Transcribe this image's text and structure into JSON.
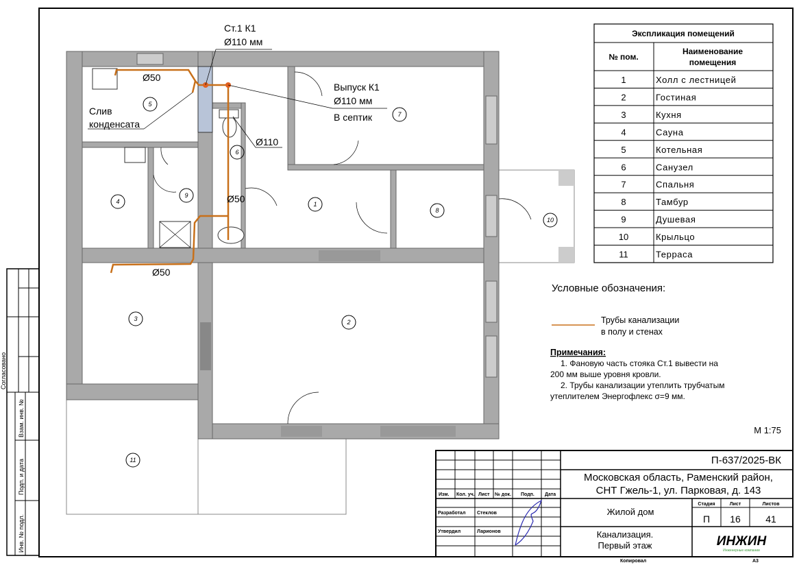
{
  "colors": {
    "pipe": "#c8701a",
    "wall": "#a9a9a9",
    "signature": "#2a2ab0",
    "logo_green": "#3a9a3a"
  },
  "plan": {
    "riser_label": "Ст.1  К1",
    "riser_diameter": "Ø110 мм",
    "outlet_label": "Выпуск К1",
    "outlet_diameter": "Ø110 мм",
    "outlet_dest": "В септик",
    "condensate_1": "Слив",
    "condensate_2": "конденсата",
    "d50_top": "Ø50",
    "d110": "Ø110",
    "d50_mid": "Ø50",
    "d50_bottom": "Ø50",
    "rooms": [
      "1",
      "2",
      "3",
      "4",
      "5",
      "6",
      "7",
      "8",
      "9",
      "10",
      "11"
    ]
  },
  "table": {
    "title": "Экспликация помещений",
    "col_num": "№ пом.",
    "col_name_1": "Наименование",
    "col_name_2": "помещения",
    "rows": [
      {
        "n": "1",
        "name": "Холл с лестницей"
      },
      {
        "n": "2",
        "name": "Гостиная"
      },
      {
        "n": "3",
        "name": "Кухня"
      },
      {
        "n": "4",
        "name": "Сауна"
      },
      {
        "n": "5",
        "name": "Котельная"
      },
      {
        "n": "6",
        "name": "Санузел"
      },
      {
        "n": "7",
        "name": "Спальня"
      },
      {
        "n": "8",
        "name": "Тамбур"
      },
      {
        "n": "9",
        "name": "Душевая"
      },
      {
        "n": "10",
        "name": "Крыльцо"
      },
      {
        "n": "11",
        "name": "Терраса"
      }
    ]
  },
  "legend": {
    "title": "Условные обозначения:",
    "pipe_1": "Трубы канализации",
    "pipe_2": "в полу и стенах"
  },
  "notes": {
    "title": "Примечания:",
    "n1a": "1.    Фановую часть стояка Ст.1   вывести на",
    "n1b": "200 мм выше уровня кровли.",
    "n2a": "2.    Трубы канализации утеплить трубчатым",
    "n2b": "утеплителем Энергофлекс σ=9 мм."
  },
  "scale": "М 1:75",
  "stamp": {
    "code": "П-637/2025-ВК",
    "address_1": "Московская область, Раменский район,",
    "address_2": "СНТ Гжель-1, ул. Парковая, д. 143",
    "h_izm": "Изм.",
    "h_kol": "Кол. уч.",
    "h_list": "Лист",
    "h_doc": "№ док.",
    "h_podp": "Подп.",
    "h_date": "Дата",
    "developed": "Разработал",
    "developer": "Стеклов",
    "approved": "Утвердил",
    "approver": "Ларионов",
    "object": "Жилой дом",
    "stage_h": "Стадия",
    "sheet_h": "Лист",
    "sheets_h": "Листов",
    "stage": "П",
    "sheet": "16",
    "sheets": "41",
    "title_1": "Канализация.",
    "title_2": "Первый этаж",
    "logo": "ИНЖИН",
    "logo_sub": "Инженерные компании",
    "copied": "Копировал",
    "format": "А3"
  },
  "side": {
    "agreed": "Согласовано",
    "inv_vzam": "Взам. инв. №",
    "sign_date": "Подп. и дата",
    "inv_podl": "Инв. № подл."
  }
}
